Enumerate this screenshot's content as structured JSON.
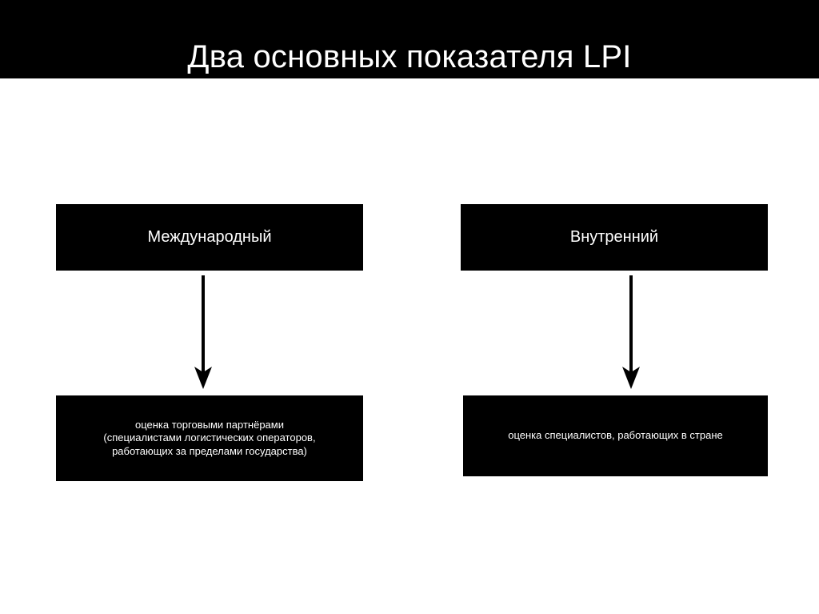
{
  "slide": {
    "background_color": "#ffffff",
    "header": {
      "background_color": "#000000",
      "text_color": "#ffffff",
      "title": "Два основных показателя LPI"
    },
    "diagram": {
      "box_color": "#000000",
      "box_text_color": "#ffffff",
      "arrow_color": "#000000",
      "branches": [
        {
          "id": "international",
          "title": "Международный",
          "arrow_icon": "arrow-down-icon",
          "description": "оценка торговыми партнёрами\n(специалистами логистических операторов,\nработающих за пределами государства)"
        },
        {
          "id": "domestic",
          "title": "Внутренний",
          "arrow_icon": "arrow-down-icon",
          "description": "оценка специалистов, работающих в стране"
        }
      ]
    }
  }
}
